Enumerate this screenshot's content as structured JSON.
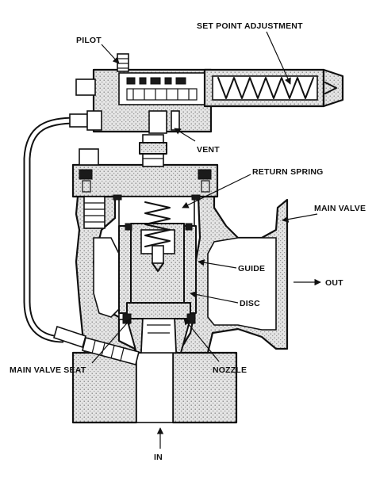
{
  "labels": {
    "set_point_adjustment": "SET POINT ADJUSTMENT",
    "pilot": "PILOT",
    "vent": "VENT",
    "return_spring": "RETURN SPRING",
    "main_valve": "MAIN VALVE",
    "guide": "GUIDE",
    "out": "OUT",
    "disc": "DISC",
    "main_valve_seat": "MAIN VALVE SEAT",
    "nozzle": "NOZZLE",
    "in": "IN"
  }
}
